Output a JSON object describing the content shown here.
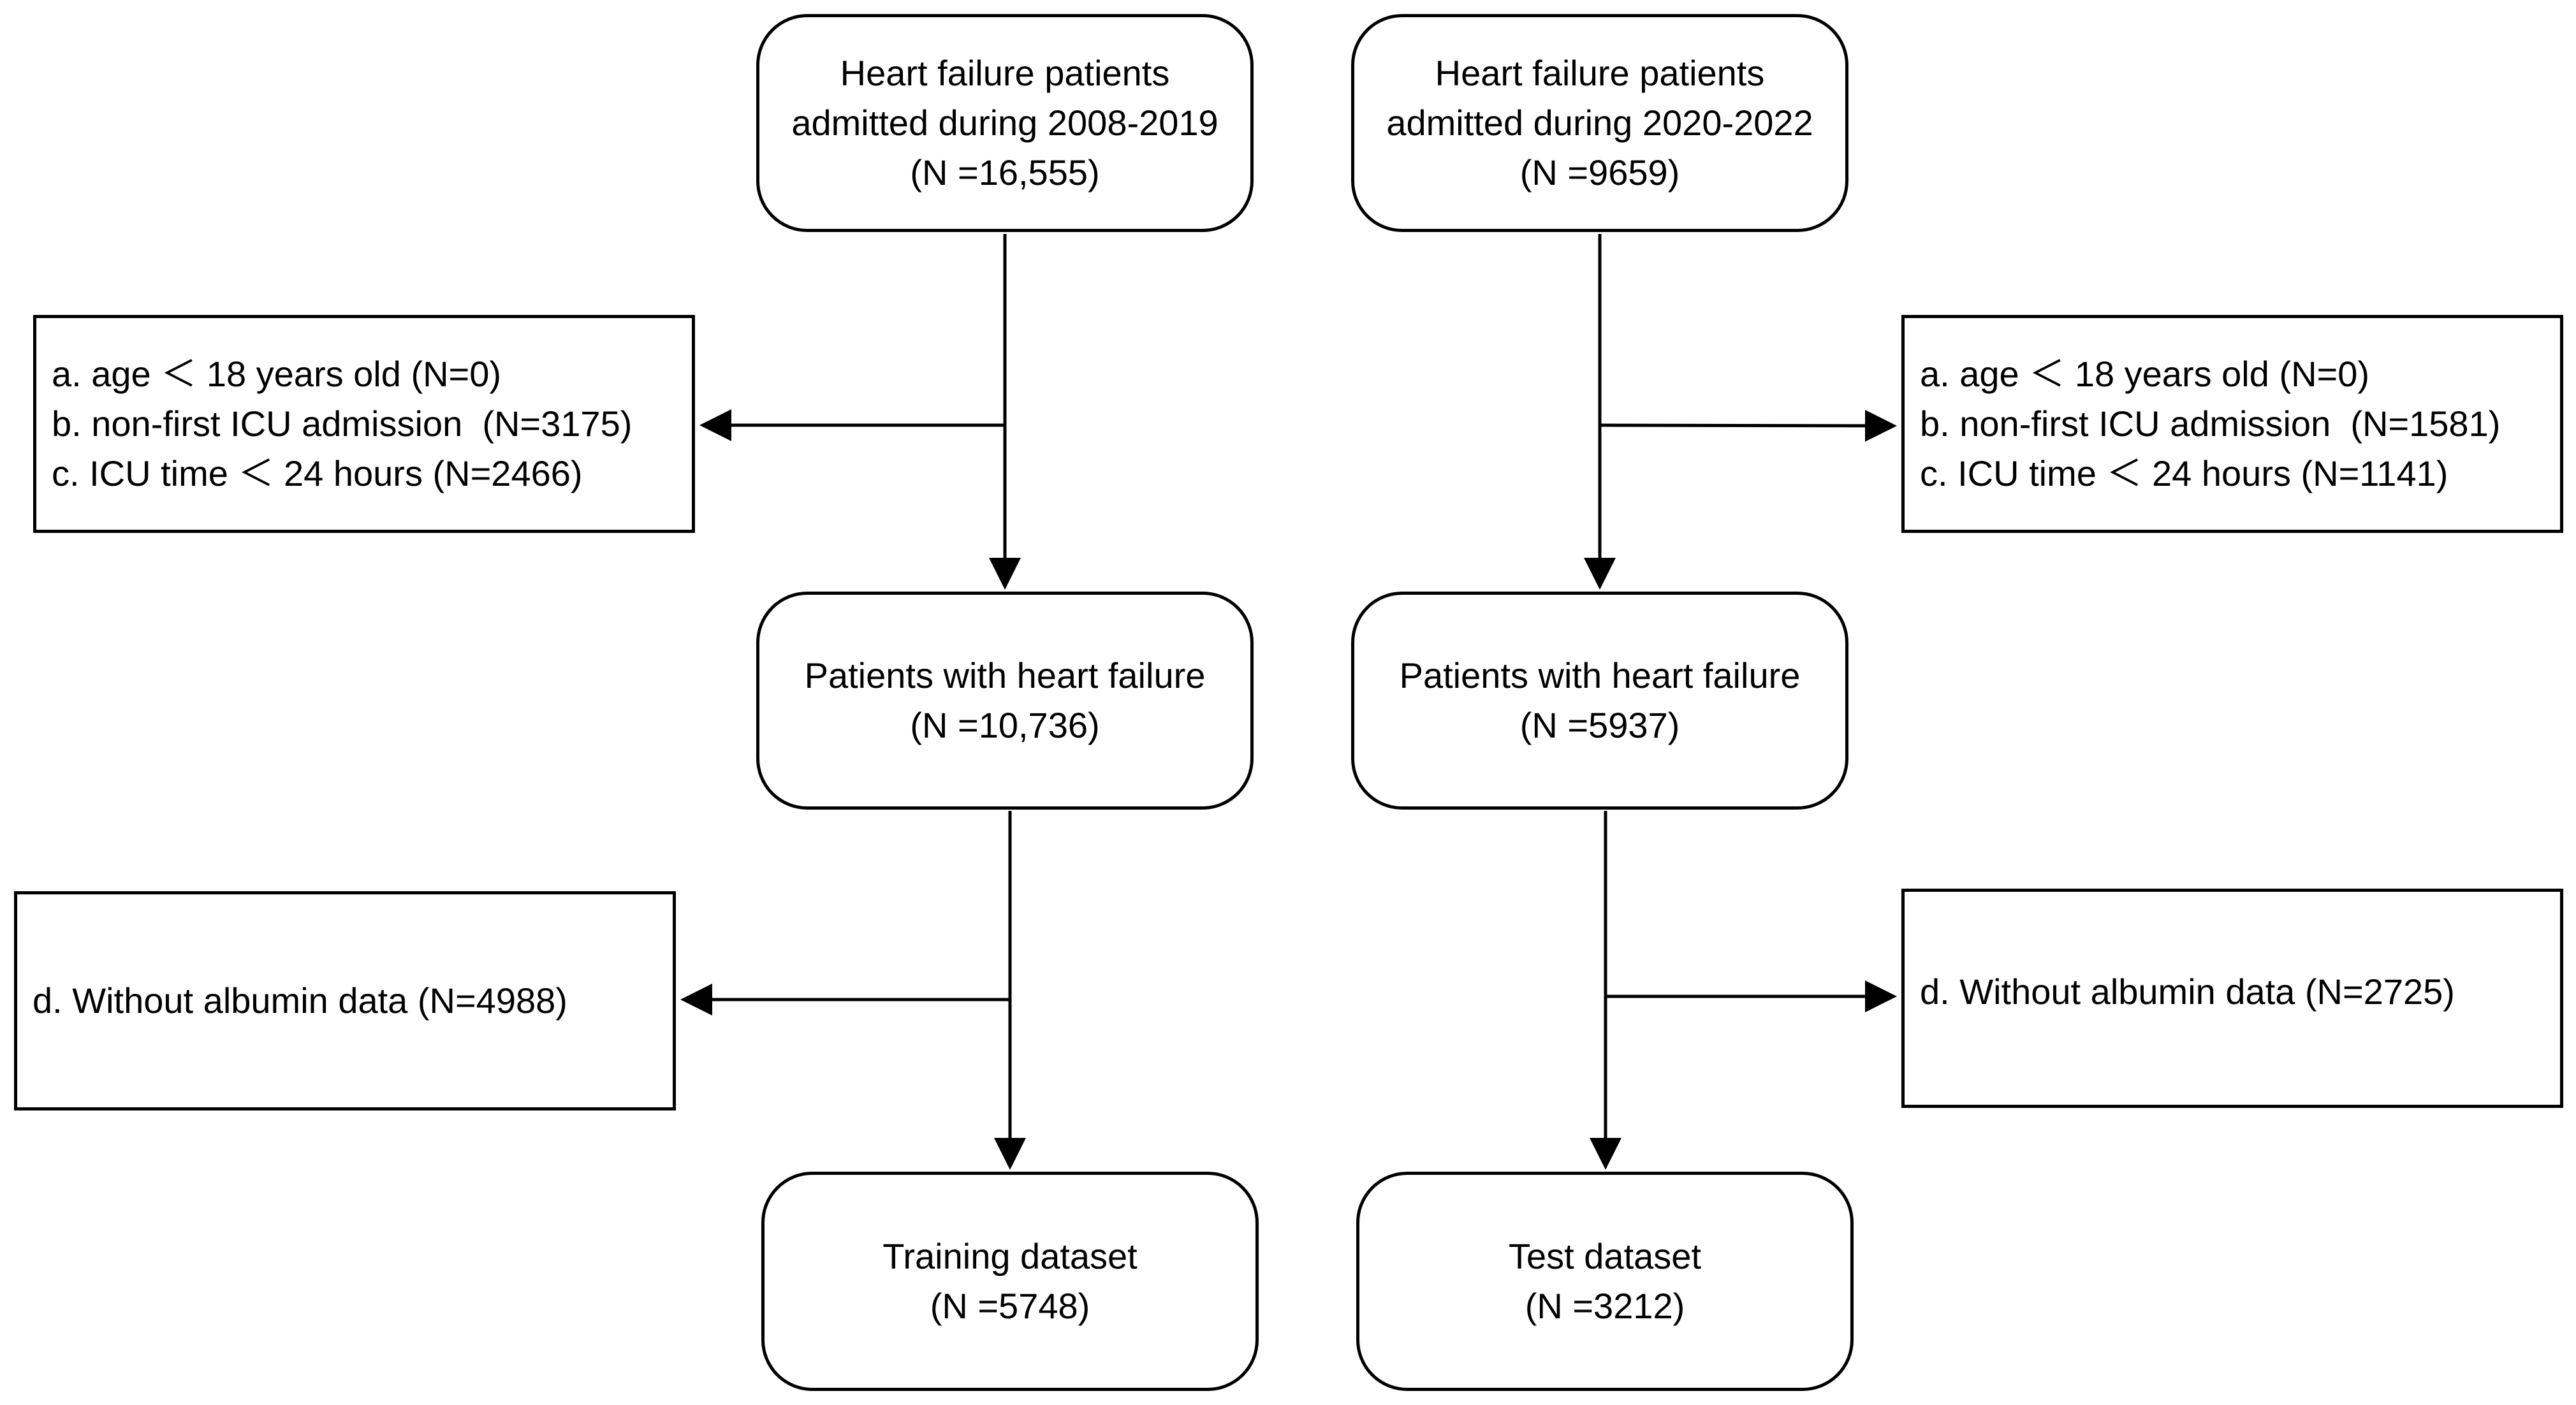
{
  "left": {
    "start": {
      "line1": "Heart failure patients",
      "line2": "admitted during 2008-2019",
      "line3": "(N =16,555)"
    },
    "exclusion1": {
      "a": "a. age ＜ 18 years old (N=0)",
      "b": "b. non-first ICU admission  (N=3175)",
      "c": "c. ICU time ＜ 24 hours (N=2466)"
    },
    "middle": {
      "line1": "Patients with heart failure",
      "line2": "(N =10,736)"
    },
    "exclusion2": {
      "d": "d. Without albumin data (N=4988)"
    },
    "final": {
      "line1": "Training dataset",
      "line2": "(N =5748)"
    }
  },
  "right": {
    "start": {
      "line1": "Heart failure patients",
      "line2": "admitted during 2020-2022",
      "line3": "(N =9659)"
    },
    "exclusion1": {
      "a": "a. age ＜ 18 years old (N=0)",
      "b": "b. non-first ICU admission  (N=1581)",
      "c": "c. ICU time ＜ 24 hours (N=1141)"
    },
    "middle": {
      "line1": "Patients with heart failure",
      "line2": "(N =5937)"
    },
    "exclusion2": {
      "d": "d. Without albumin data (N=2725)"
    },
    "final": {
      "line1": "Test dataset",
      "line2": "(N =3212)"
    }
  }
}
